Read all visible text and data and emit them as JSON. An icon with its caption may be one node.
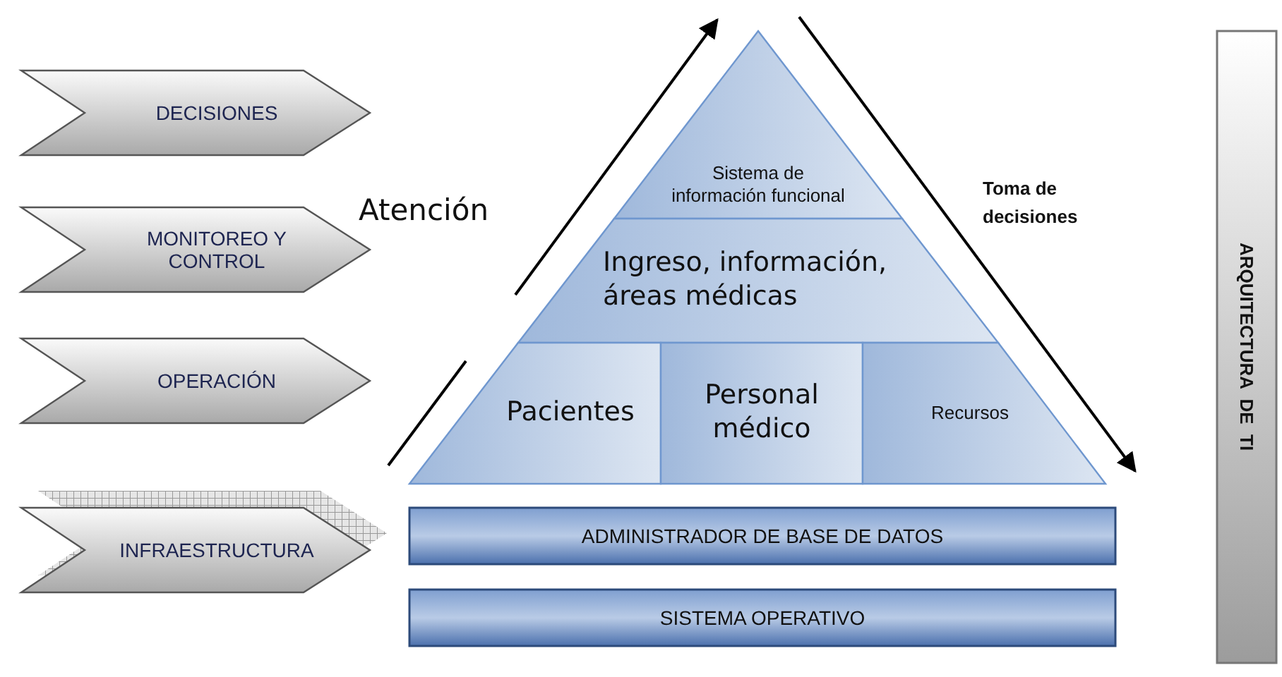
{
  "diagram": {
    "nodes": [
      {
        "text": [
          "DECISIONES"
        ]
      },
      {
        "text": [
          "MONITOREO Y CONTROL"
        ]
      },
      {
        "text": [
          "OPERACIÓN"
        ]
      },
      {
        "text": [
          "INFRAESTRUCTURA"
        ]
      },
      {
        "text": [
          "Sistema de información funcional"
        ]
      },
      {
        "text": [
          "Ingreso, información, áreas médicas"
        ]
      },
      {
        "text": [
          "Pacientes"
        ]
      },
      {
        "text": [
          "Personal médico"
        ]
      },
      {
        "text": [
          "Recursos"
        ]
      },
      {
        "text": [
          "ADMINISTRADOR DE BASE DE DATOS"
        ]
      },
      {
        "text": [
          "SISTEMA OPERATIVO"
        ]
      },
      {
        "text": [
          "ARQUITECTURA  DE  TI"
        ]
      }
    ],
    "labels": [
      "Atención",
      "Toma de decisiones"
    ]
  }
}
